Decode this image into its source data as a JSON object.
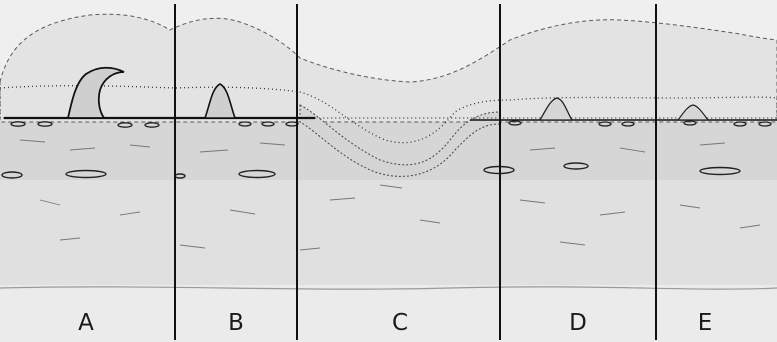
{
  "figure": {
    "panels": [
      {
        "id": "A",
        "label": "A"
      },
      {
        "id": "B",
        "label": "B"
      },
      {
        "id": "C",
        "label": "C"
      },
      {
        "id": "D",
        "label": "D"
      },
      {
        "id": "E",
        "label": "E"
      }
    ],
    "colors": {
      "background": "#efefef",
      "overlay_layer": "#e1e1e1",
      "connective_tissue": "#d9d9d9",
      "deep_tissue": "#dedede",
      "ink": "#1a1a1a"
    }
  }
}
